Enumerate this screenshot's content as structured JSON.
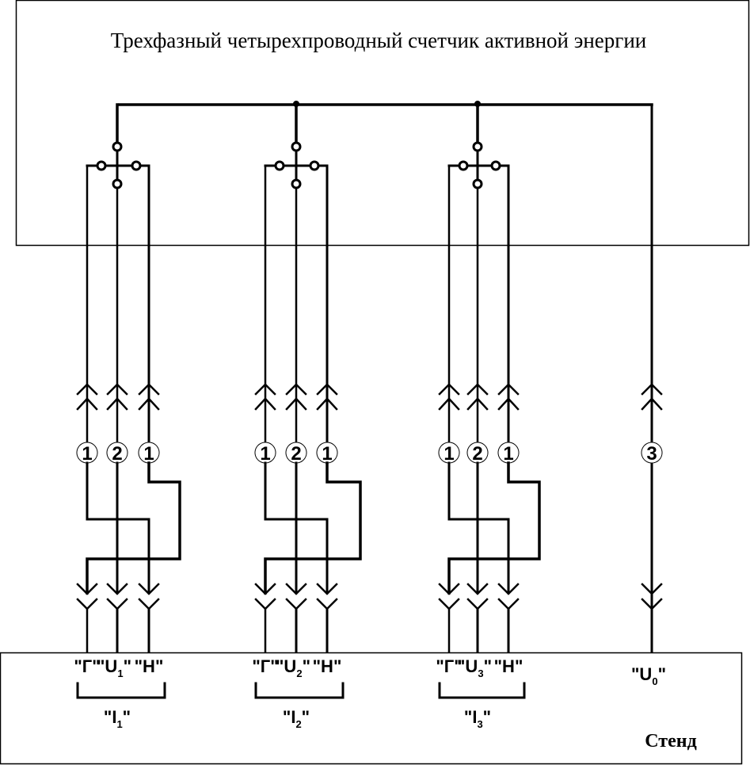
{
  "meter": {
    "title": "Трехфазный четырехпроводный счетчик активной энергии"
  },
  "stand": {
    "title": "Стенд",
    "neutral_label": "\"U0\"",
    "neutral_main": "\"U",
    "neutral_sub": "0",
    "neutral_close": "\""
  },
  "phases": [
    {
      "id": "1",
      "gen": "\"Г\"",
      "u_main": "\"U",
      "u_sub": "1",
      "u_close": "\"",
      "load": "\"Н\"",
      "i_main": "\"I",
      "i_sub": "1",
      "i_close": "\"",
      "markers": [
        "1",
        "2",
        "1"
      ]
    },
    {
      "id": "2",
      "gen": "\"Г\"",
      "u_main": "\"U",
      "u_sub": "2",
      "u_close": "\"",
      "load": "\"Н\"",
      "i_main": "\"I",
      "i_sub": "2",
      "i_close": "\"",
      "markers": [
        "1",
        "2",
        "1"
      ]
    },
    {
      "id": "3",
      "gen": "\"Г\"",
      "u_main": "\"U",
      "u_sub": "3",
      "u_close": "\"",
      "load": "\"Н\"",
      "i_main": "\"I",
      "i_sub": "3",
      "i_close": "\"",
      "markers": [
        "1",
        "2",
        "1"
      ]
    }
  ],
  "neutral_marker": "3",
  "colors": {
    "line": "#000000",
    "background": "#ffffff"
  }
}
